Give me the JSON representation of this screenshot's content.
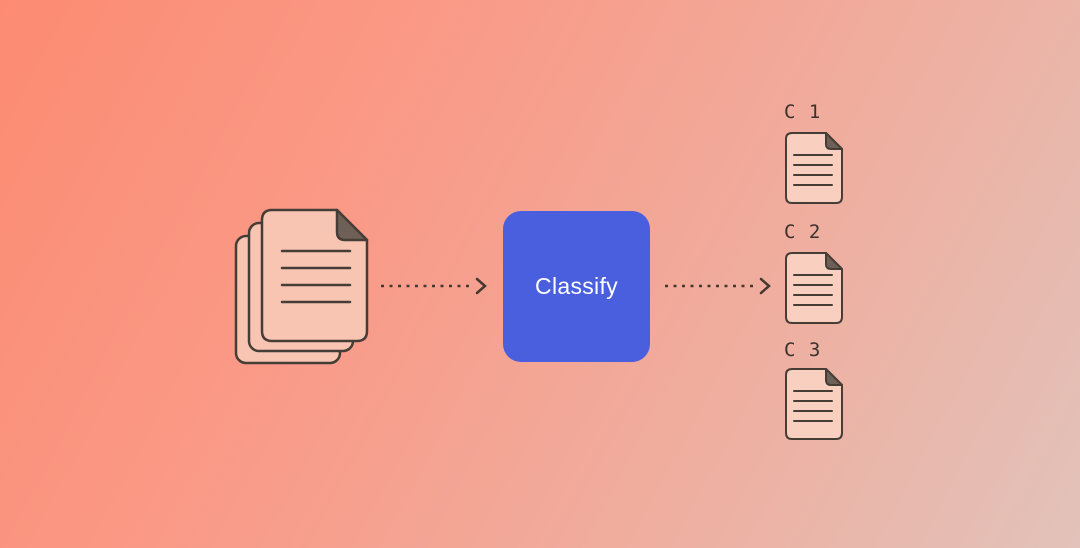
{
  "diagram": {
    "input": {
      "icon": "document-stack-icon",
      "page_count": 3,
      "lines_per_page": 4
    },
    "process": {
      "label": "Classify"
    },
    "outputs": [
      {
        "label": "C 1",
        "icon": "document-icon"
      },
      {
        "label": "C 2",
        "icon": "document-icon"
      },
      {
        "label": "C 3",
        "icon": "document-icon"
      }
    ],
    "arrows": [
      {
        "from": "document-stack",
        "to": "classify-box",
        "style": "dashed"
      },
      {
        "from": "classify-box",
        "to": "output-documents",
        "style": "dashed"
      }
    ]
  },
  "colors": {
    "background_top_left": "#fc8b72",
    "background_mid_1": "#f99c8a",
    "background_mid_2": "#efae9f",
    "background_bottom_right": "#e2c2ba",
    "accent_blue": "#4a5fdd",
    "classify_text": "#ffffff",
    "document_fill": "#f9c5b3",
    "document_fill_light": "#f9cfc0",
    "outline": "#463d36",
    "fold": "#6e6057",
    "arrow": "#46382f",
    "label_text": "#3a322c"
  }
}
